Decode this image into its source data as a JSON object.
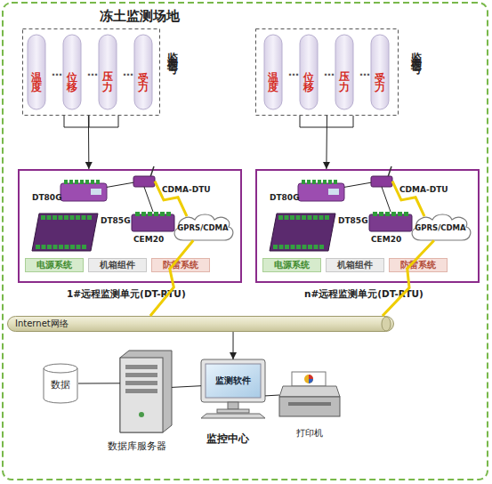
{
  "diagram": {
    "title": "冻土监测场地",
    "nodes": [
      {
        "text": [
          "监测信号"
        ]
      },
      {
        "text": [
          "温度"
        ],
        "in": 0
      },
      {
        "text": [
          "位移"
        ],
        "in": 0
      },
      {
        "text": [
          "压力"
        ],
        "in": 0
      },
      {
        "text": [
          "受力"
        ],
        "in": 0
      },
      {
        "text": [
          "监测信号"
        ]
      },
      {
        "text": [
          "温度"
        ],
        "in": 5
      },
      {
        "text": [
          "位移"
        ],
        "in": 5
      },
      {
        "text": [
          "压力"
        ],
        "in": 5
      },
      {
        "text": [
          "受力"
        ],
        "in": 5
      },
      {
        "text": [
          "1#远程监测单元(DT-RTU)"
        ]
      },
      {
        "text": [
          "DT80G"
        ],
        "in": 10
      },
      {
        "text": [
          "CDMA-DTU"
        ],
        "in": 10
      },
      {
        "text": [
          "DT85G"
        ],
        "in": 10
      },
      {
        "text": [
          "CEM20"
        ],
        "in": 10
      },
      {
        "text": [
          "电源系统"
        ],
        "in": 10
      },
      {
        "text": [
          "机箱组件"
        ],
        "in": 10
      },
      {
        "text": [
          "防雷系统"
        ],
        "in": 10
      },
      {
        "text": [
          "GPRS/CDMA"
        ]
      },
      {
        "text": [
          "n#远程监测单元(DT-RTU)"
        ]
      },
      {
        "text": [
          "DT80G"
        ],
        "in": 19
      },
      {
        "text": [
          "CDMA-DTU"
        ],
        "in": 19
      },
      {
        "text": [
          "DT85G"
        ],
        "in": 19
      },
      {
        "text": [
          "CEM20"
        ],
        "in": 19
      },
      {
        "text": [
          "电源系统"
        ],
        "in": 19
      },
      {
        "text": [
          "机箱组件"
        ],
        "in": 19
      },
      {
        "text": [
          "防雷系统"
        ],
        "in": 19
      },
      {
        "text": [
          "GPRS/CDMA"
        ]
      },
      {
        "text": [
          "Internet网络"
        ]
      },
      {
        "text": [
          "数据"
        ]
      },
      {
        "text": [
          "数据库服务器"
        ]
      },
      {
        "text": [
          "监测软件",
          "监控中心"
        ]
      },
      {
        "text": [
          "打印机"
        ]
      }
    ],
    "edges": [
      {
        "from": 0,
        "to": 10,
        "arrow": "to"
      },
      {
        "from": 5,
        "to": 19,
        "arrow": "to"
      },
      {
        "from": 11,
        "to": 12,
        "arrow": "none"
      },
      {
        "from": 12,
        "to": 14,
        "arrow": "none"
      },
      {
        "from": 12,
        "to": 18,
        "arrow": "none"
      },
      {
        "from": 18,
        "to": 28,
        "arrow": "none"
      },
      {
        "from": 20,
        "to": 21,
        "arrow": "none"
      },
      {
        "from": 21,
        "to": 23,
        "arrow": "none"
      },
      {
        "from": 21,
        "to": 27,
        "arrow": "none"
      },
      {
        "from": 27,
        "to": 28,
        "arrow": "none"
      },
      {
        "from": 28,
        "to": 31,
        "arrow": "to"
      },
      {
        "from": 29,
        "to": 30,
        "arrow": "none"
      },
      {
        "from": 30,
        "to": 31,
        "arrow": "none"
      },
      {
        "from": 31,
        "to": 32,
        "arrow": "none"
      }
    ],
    "labels": [
      "…",
      "…",
      "…",
      "…",
      "…",
      "…"
    ]
  }
}
